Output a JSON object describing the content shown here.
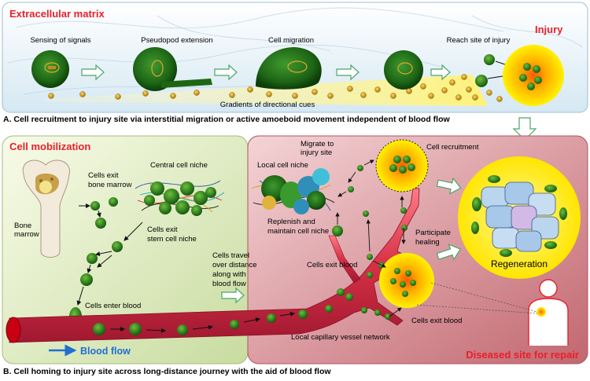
{
  "panel_a": {
    "title": "Extracellular matrix",
    "injury_label": "Injury",
    "steps": [
      "Sensing of signals",
      "Pseudopod extension",
      "Cell migration",
      "Reach site of injury"
    ],
    "gradient_label": "Gradients of directional cues",
    "caption": "A. Cell recruitment to injury site via interstitial migration or active amoeboid movement independent of blood flow"
  },
  "panel_b": {
    "mobilization_title": "Cell mobilization",
    "bone_marrow": [
      "Bone",
      "marrow"
    ],
    "cells_exit_bone_marrow": [
      "Cells exit",
      "bone marrow"
    ],
    "central_cell_niche": "Central cell niche",
    "cells_exit_stem_cell_niche": [
      "Cells exit",
      "stem cell niche"
    ],
    "cells_enter_blood": "Cells enter blood",
    "blood_flow": "Blood flow",
    "cells_travel": [
      "Cells travel",
      "over distance",
      "along with",
      "blood flow"
    ],
    "local_cell_niche": "Local cell niche",
    "migrate_to_injury": [
      "Migrate to",
      "injury site"
    ],
    "cell_recruitment": "Cell recruitment",
    "replenish": [
      "Replenish and",
      "maintain cell niche"
    ],
    "participate_healing": [
      "Participate",
      "healing"
    ],
    "cells_exit_blood_1": "Cells exit blood",
    "cells_exit_blood_2": "Cells exit blood",
    "local_capillary": "Local capillary vessel network",
    "regeneration": "Regeneration",
    "diseased_site": "Diseased site for repair",
    "caption": "B. Cell homing to injury site across long-distance journey with the aid of blood flow"
  },
  "colors": {
    "accent_red": "#e8202a",
    "blood_flow_blue": "#1f6fd1",
    "cell_green": "#1f6b1a",
    "injury_yellow": "#ffe600",
    "vessel_red": "#c8283a"
  }
}
